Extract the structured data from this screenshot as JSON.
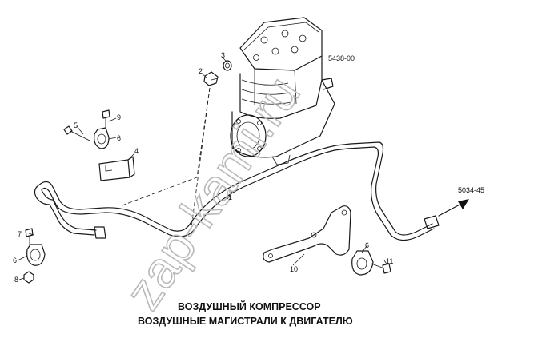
{
  "watermark": "zap-kami.ru",
  "caption": {
    "line1": "ВОЗДУШНЫЙ КОМПРЕССОР",
    "line2": "ВОЗДУШНЫЕ МАГИСТРАЛИ К ДВИГАТЕЛЮ"
  },
  "refs": {
    "compressor": "5438-00",
    "outlet": "5034-45"
  },
  "callouts": {
    "c1": "1",
    "c2": "2",
    "c3": "3",
    "c4": "4",
    "c5": "5",
    "c6a": "6",
    "c6b": "6",
    "c6c": "6",
    "c7": "7",
    "c8": "8",
    "c9": "9",
    "c10": "10",
    "c11": "11"
  }
}
